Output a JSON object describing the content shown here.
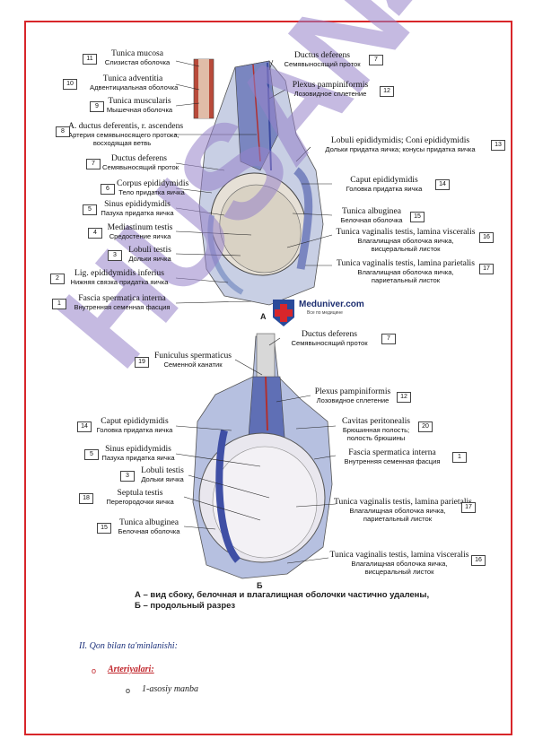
{
  "colors": {
    "border": "#d8262a",
    "watermark": "#a08cd0",
    "section": "#1a2f7a",
    "subsection": "#c0242a"
  },
  "labels": {
    "l11": {
      "num": "11",
      "lat": "Tunica mucosa",
      "ru": "Слизистая оболочка"
    },
    "l10": {
      "num": "10",
      "lat": "Tunica adventitia",
      "ru": "Адвентициальная оболочка"
    },
    "l9": {
      "num": "9",
      "lat": "Tunica muscularis",
      "ru": "Мышечная оболочка"
    },
    "l8": {
      "num": "8",
      "lat": "A. ductus deferentis, r. ascendens",
      "ru1": "Артерия семявыносящего протока,",
      "ru2": "восходящая ветвь"
    },
    "l7a": {
      "num": "7",
      "lat": "Ductus deferens",
      "ru": "Семявыносящий проток"
    },
    "l6": {
      "num": "6",
      "lat": "Corpus epididymidis",
      "ru": "Тело придатка яичка"
    },
    "l5": {
      "num": "5",
      "lat": "Sinus epididymidis",
      "ru": "Пазуха придатка яичка"
    },
    "l4": {
      "num": "4",
      "lat": "Mediastinum testis",
      "ru": "Средостение яичка"
    },
    "l3": {
      "num": "3",
      "lat": "Lobuli testis",
      "ru": "Дольки яичка"
    },
    "l2": {
      "num": "2",
      "lat": "Lig. epididymidis inferius",
      "ru": "Нижняя связка придатка яичка"
    },
    "l1": {
      "num": "1",
      "lat": "Fascia spermatica interna",
      "ru": "Внутренняя семенная фасция"
    },
    "r7": {
      "num": "7",
      "lat": "Ductus deferens",
      "ru": "Семявыносящий проток"
    },
    "r12": {
      "num": "12",
      "lat": "Plexus pampiniformis",
      "ru": "Лозовидное сплетение"
    },
    "r13": {
      "num": "13",
      "lat": "Lobuli epididymidis; Coni epididymidis",
      "ru": "Дольки придатка яичка; конусы придатка яичка"
    },
    "r14": {
      "num": "14",
      "lat": "Caput epididymidis",
      "ru": "Головка придатка яичка"
    },
    "r15": {
      "num": "15",
      "lat": "Tunica albuginea",
      "ru": "Белочная оболочка"
    },
    "r16": {
      "num": "16",
      "lat": "Tunica vaginalis testis, lamina visceralis",
      "ru1": "Влагалищная оболочка яичка,",
      "ru2": "висцеральный листок"
    },
    "r17": {
      "num": "17",
      "lat": "Tunica vaginalis testis, lamina parietalis",
      "ru1": "Влагалищная оболочка яичка,",
      "ru2": "париетальный листок"
    },
    "b7": {
      "num": "7",
      "lat": "Ductus deferens",
      "ru": "Семявыносящий проток"
    },
    "b19": {
      "num": "19",
      "lat": "Funiculus spermaticus",
      "ru": "Семенной канатик"
    },
    "b12": {
      "num": "12",
      "lat": "Plexus pampiniformis",
      "ru": "Лозовидное сплетение"
    },
    "b14": {
      "num": "14",
      "lat": "Caput epididymidis",
      "ru": "Головка придатка яичка"
    },
    "b20": {
      "num": "20",
      "lat": "Cavitas peritonealis",
      "ru1": "Брюшинная полость;",
      "ru2": "полость брюшины"
    },
    "b5": {
      "num": "5",
      "lat": "Sinus epididymidis",
      "ru": "Пазуха придатка яичка"
    },
    "b1": {
      "num": "1",
      "lat": "Fascia spermatica interna",
      "ru": "Внутренняя семенная фасция"
    },
    "b3": {
      "num": "3",
      "lat": "Lobuli testis",
      "ru": "Дольки яичка"
    },
    "b18": {
      "num": "18",
      "lat": "Septula testis",
      "ru": "Перегородочки яичка"
    },
    "b17": {
      "num": "17",
      "lat": "Tunica vaginalis testis, lamina parietalis",
      "ru1": "Влагалищная оболочка яичка,",
      "ru2": "париетальный листок"
    },
    "b15": {
      "num": "15",
      "lat": "Tunica albuginea",
      "ru": "Белочная оболочка"
    },
    "b16": {
      "num": "16",
      "lat": "Tunica vaginalis testis, lamina visceralis",
      "ru1": "Влагалищная оболочка яичка,",
      "ru2": "висцеральный листок"
    }
  },
  "fig_a": "А",
  "fig_b": "Б",
  "logo": {
    "name": "Meduniver.com",
    "tagline": "Все по медицине"
  },
  "watermark": "HUSAN4",
  "caption": {
    "line1": "А – вид сбоку, белочная и влагалищная оболочки частично удалены,",
    "line2": "Б – продольный разрез"
  },
  "section": {
    "title": "II. Qon bilan ta'minlanishi:",
    "sub": "Arteriyalari:",
    "item": "1-asosiy manba",
    "bullet_o": "o"
  }
}
